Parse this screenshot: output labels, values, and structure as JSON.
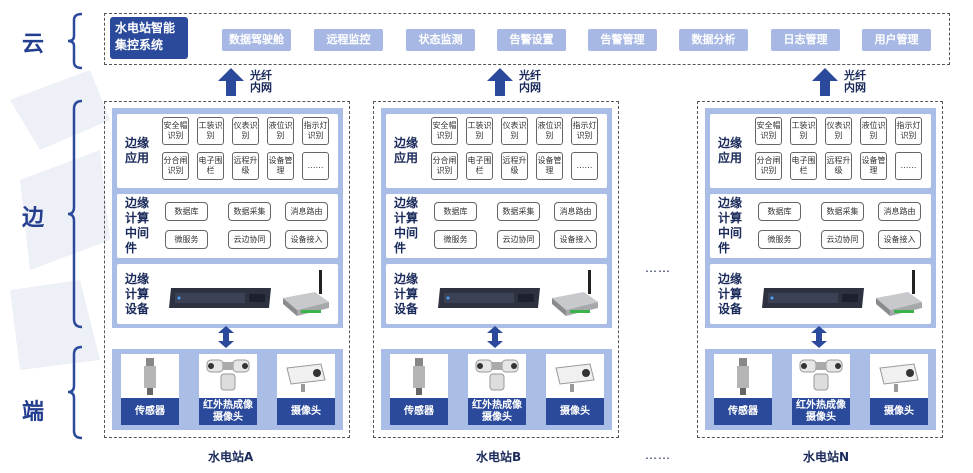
{
  "layers": {
    "cloud": "云",
    "edge": "边",
    "terminal": "端"
  },
  "cloud": {
    "title": "水电站智能集控系统",
    "services": [
      "数据驾驶舱",
      "远程监控",
      "状态监测",
      "告警设置",
      "告警管理",
      "数据分析",
      "日志管理",
      "用户管理"
    ]
  },
  "uplink": "光纤内网",
  "edge_app": {
    "title": "边缘应用",
    "apps": [
      "安全帽识别",
      "工装识别",
      "仪表识别",
      "液位识别",
      "指示灯识别",
      "分合闸识别",
      "电子围栏",
      "远程升级",
      "设备管理",
      "……"
    ]
  },
  "edge_mw": {
    "title": "边缘计算中间件",
    "items": [
      "数据库",
      "数据采集",
      "消息路由",
      "微服务",
      "云边协同",
      "设备接入"
    ]
  },
  "edge_device": {
    "title": "边缘计算设备",
    "device_icons": [
      "server-icon",
      "gateway-icon"
    ]
  },
  "terminals": [
    "传感器",
    "红外热成像摄像头",
    "摄像头"
  ],
  "stations": [
    "水电站A",
    "水电站B",
    "水电站N"
  ],
  "ellipsis": "……",
  "colors": {
    "primary": "#2b4a9b",
    "light_blue": "#a9bde6",
    "service_blue": "#a8b8e4"
  }
}
